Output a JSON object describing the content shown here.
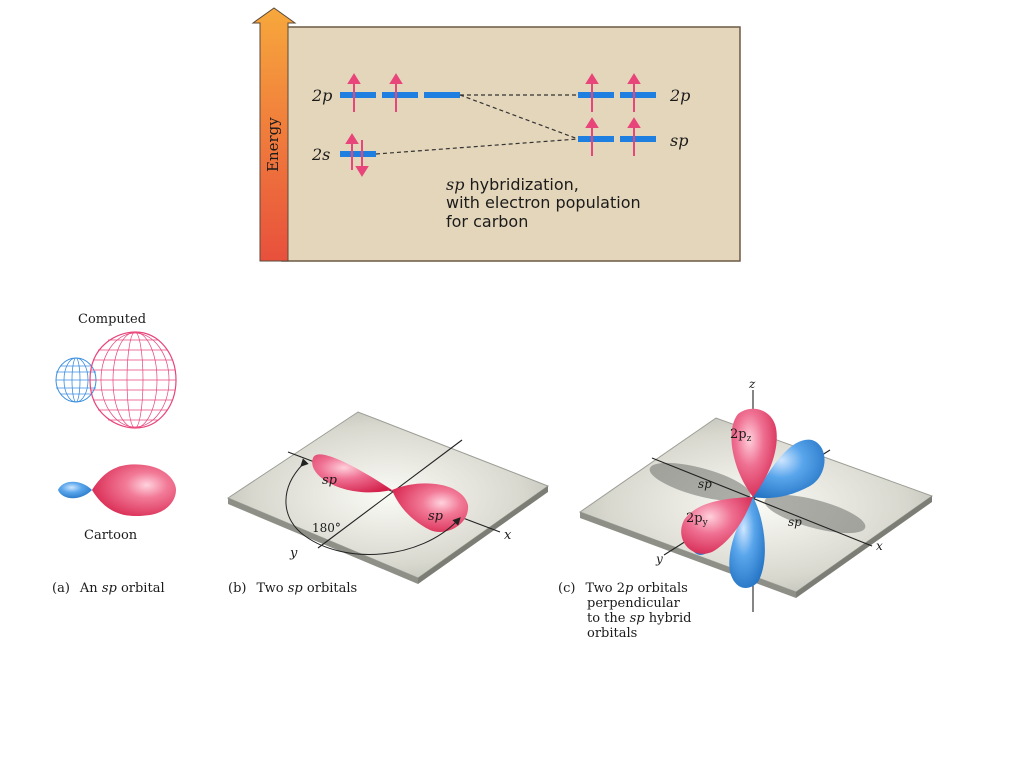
{
  "energy_diagram": {
    "axis_label": "Energy",
    "left_2p": "2p",
    "left_2s": "2s",
    "right_2p": "2p",
    "right_sp": "sp",
    "caption_line1_italic": "sp",
    "caption_line1_rest": " hybridization,",
    "caption_line2": "with electron population",
    "caption_line3": "for carbon"
  },
  "panel_a": {
    "computed_label": "Computed",
    "cartoon_label": "Cartoon",
    "caption_letter": "(a)",
    "caption_prefix": "An ",
    "caption_italic": "sp",
    "caption_suffix": " orbital"
  },
  "panel_b": {
    "lobe_left_label": "sp",
    "lobe_right_label": "sp",
    "angle_label": "180°",
    "y_axis_label": "y",
    "x_axis_label": "x",
    "caption_letter": "(b)",
    "caption_prefix": "Two ",
    "caption_italic": "sp",
    "caption_suffix": " orbitals"
  },
  "panel_c": {
    "z_axis_label": "z",
    "y_axis_label": "y",
    "x_axis_label": "x",
    "pz_label": "2p",
    "pz_sub": "z",
    "py_label": "2p",
    "py_sub": "y",
    "sp_left_label": "sp",
    "sp_right_label": "sp",
    "caption_letter": "(c)",
    "caption_line1_prefix": "Two 2",
    "caption_line1_italic": "p",
    "caption_line1_suffix": " orbitals",
    "caption_line2": "perpendicular",
    "caption_line3_prefix": "to the ",
    "caption_line3_italic": "sp",
    "caption_line3_suffix": " hybrid",
    "caption_line4": "orbitals"
  },
  "colors": {
    "panel_bg": "#e4d6ba",
    "level_blue": "#1f7fe0",
    "electron_pink": "#e8457a",
    "lobe_pink": "#ea4a74",
    "lobe_blue": "#2f86d6",
    "arrow_top": "#f7a33c",
    "arrow_bottom": "#ea5a3c"
  }
}
